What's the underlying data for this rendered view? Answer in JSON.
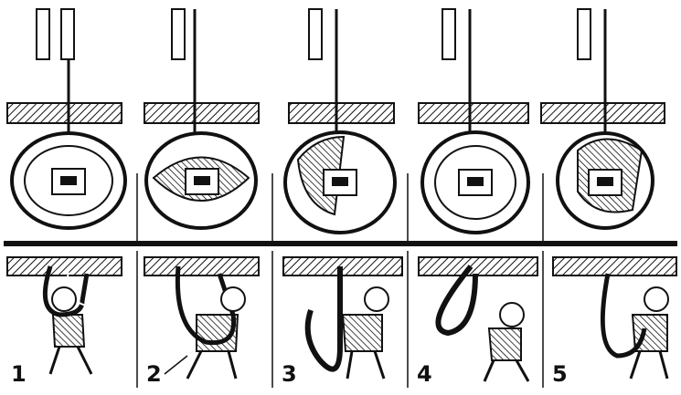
{
  "colors": {
    "ink": "#111111",
    "paper": "#ffffff"
  },
  "panels": [
    {
      "step": "1",
      "scene": "needle-down-hook-catches-loop"
    },
    {
      "step": "2",
      "scene": "loop-drawn-over-bobbin-case"
    },
    {
      "step": "3",
      "scene": "loop-passes-around-bobbin"
    },
    {
      "step": "4",
      "scene": "loop-released-from-hook"
    },
    {
      "step": "5",
      "scene": "thread-pulled-tight-stitch-formed"
    }
  ],
  "figure_labels": {
    "arrow_label_panel_2": "2"
  }
}
